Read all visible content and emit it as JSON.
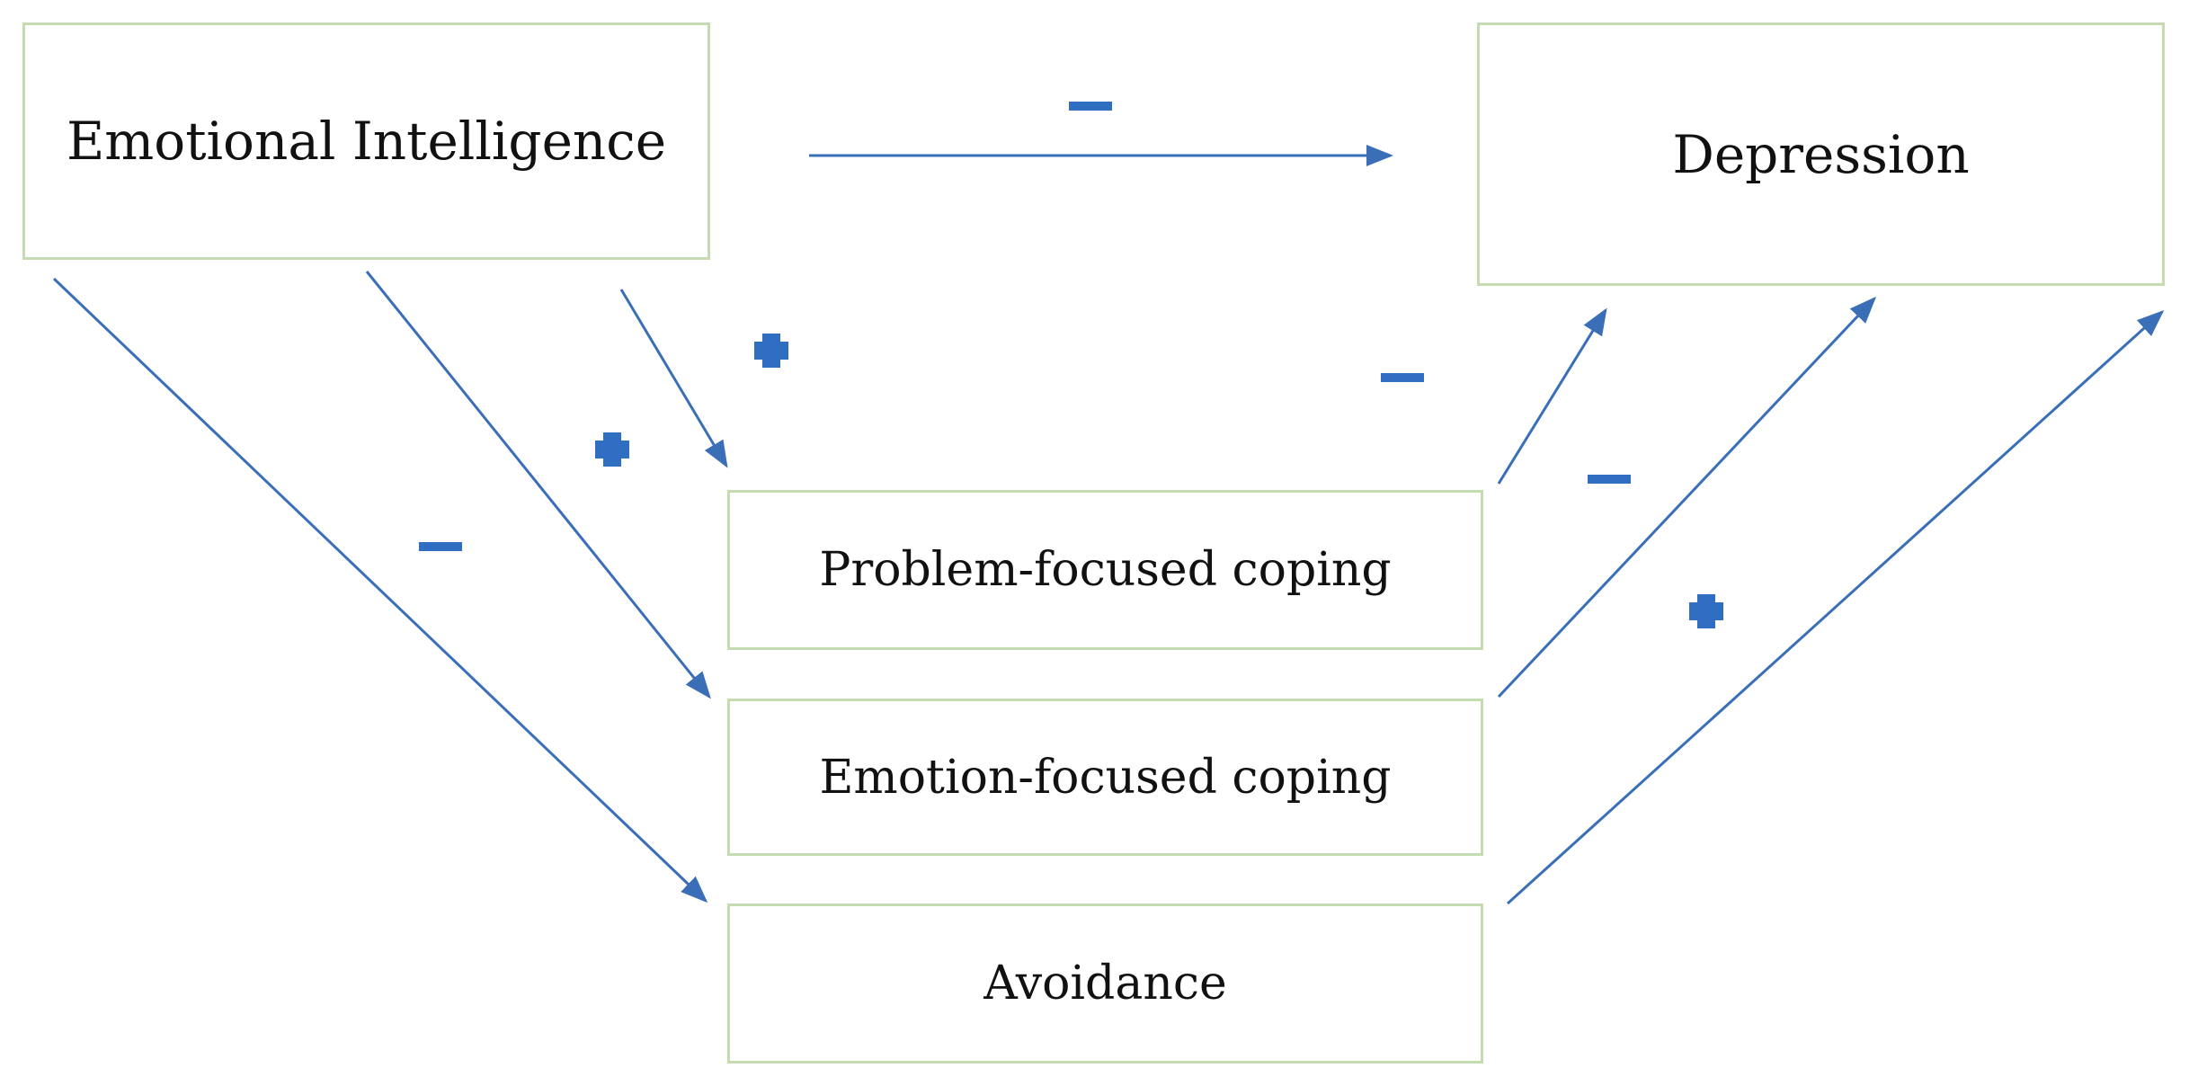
{
  "nodes": {
    "emotional_intelligence": "Emotional Intelligence",
    "depression": "Depression",
    "problem_focused_coping": "Problem-focused coping",
    "emotion_focused_coping": "Emotion-focused coping",
    "avoidance": "Avoidance"
  },
  "edges": [
    {
      "from": "Emotional Intelligence",
      "to": "Depression",
      "sign": "-"
    },
    {
      "from": "Emotional Intelligence",
      "to": "Problem-focused coping",
      "sign": "+"
    },
    {
      "from": "Emotional Intelligence",
      "to": "Emotion-focused coping",
      "sign": "+"
    },
    {
      "from": "Emotional Intelligence",
      "to": "Avoidance",
      "sign": "-"
    },
    {
      "from": "Problem-focused coping",
      "to": "Depression",
      "sign": "-"
    },
    {
      "from": "Emotion-focused coping",
      "to": "Depression",
      "sign": "-"
    },
    {
      "from": "Avoidance",
      "to": "Depression",
      "sign": "+"
    }
  ],
  "colors": {
    "arrow": "#3a6fb8",
    "sign": "#2f6ec0",
    "box_border": "#c5dcb3",
    "text": "#111111"
  }
}
